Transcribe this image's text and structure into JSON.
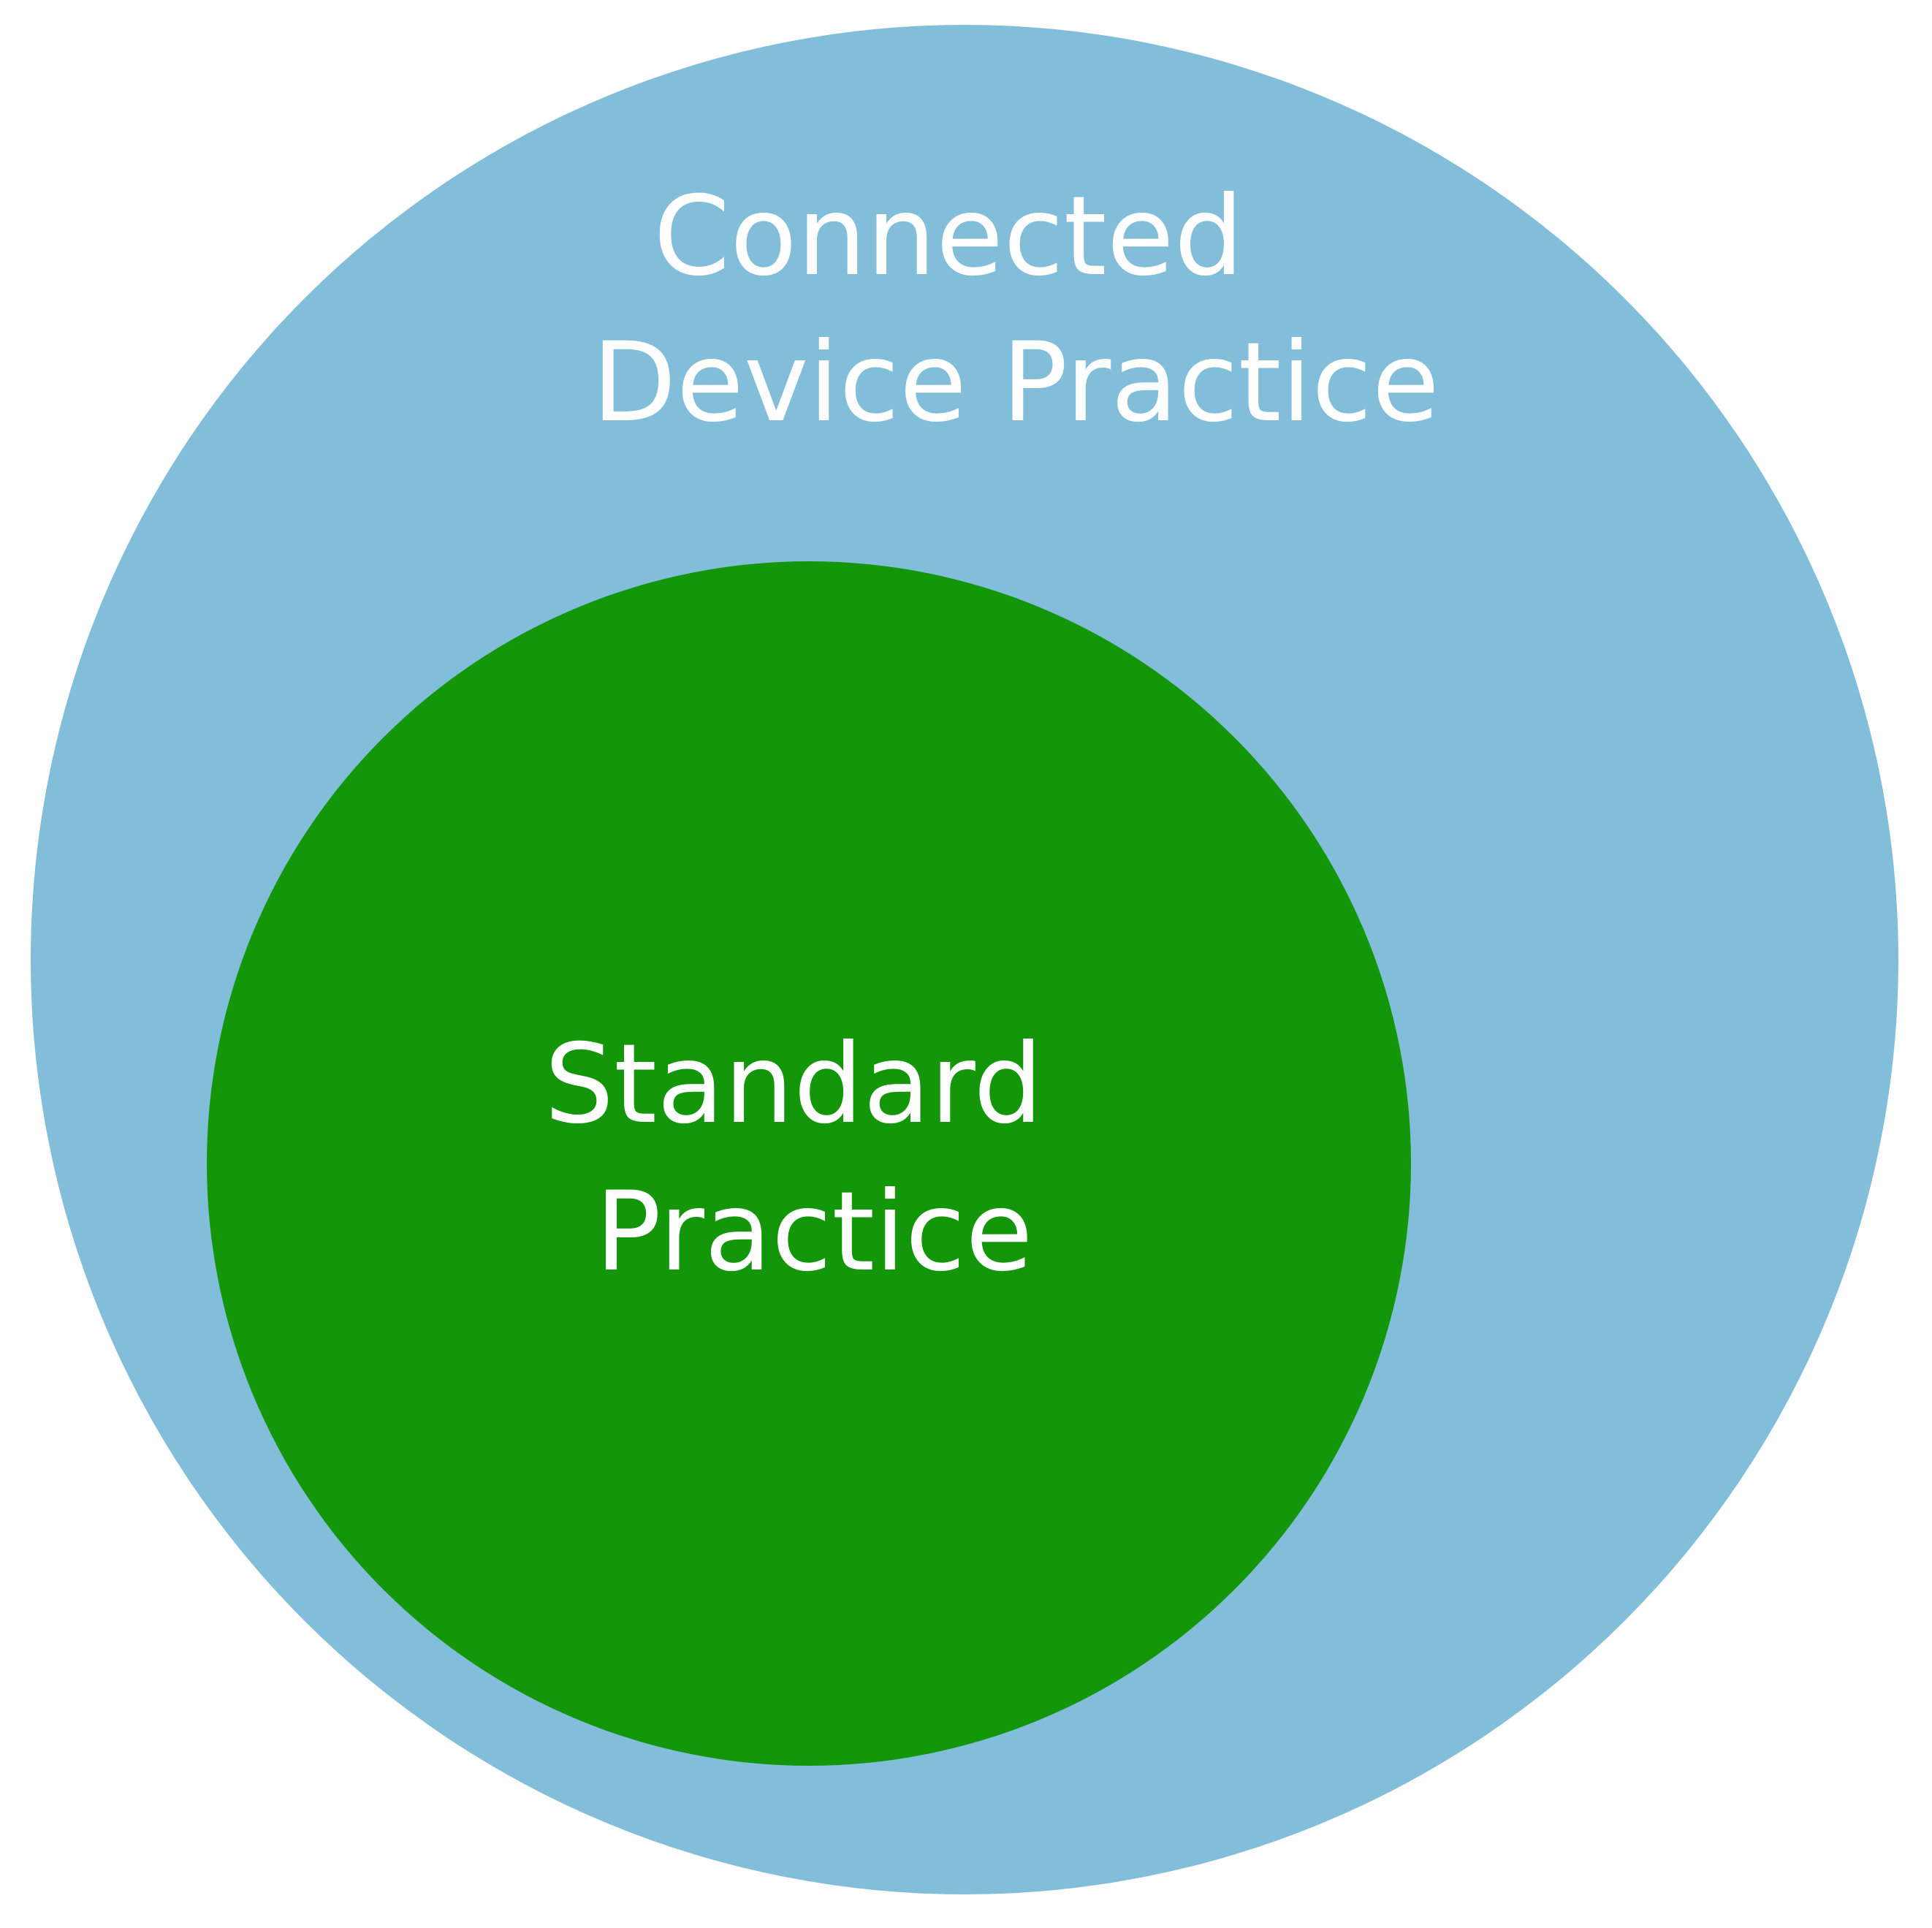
{
  "diagram": {
    "outer": {
      "label_lines": [
        "Connected",
        "Device Practice"
      ],
      "fill": "#82bed9"
    },
    "inner": {
      "label_lines": [
        "Standard",
        "Practice"
      ],
      "fill": "#13960a"
    },
    "label_color": "#ffffff",
    "background": "#ffffff"
  }
}
